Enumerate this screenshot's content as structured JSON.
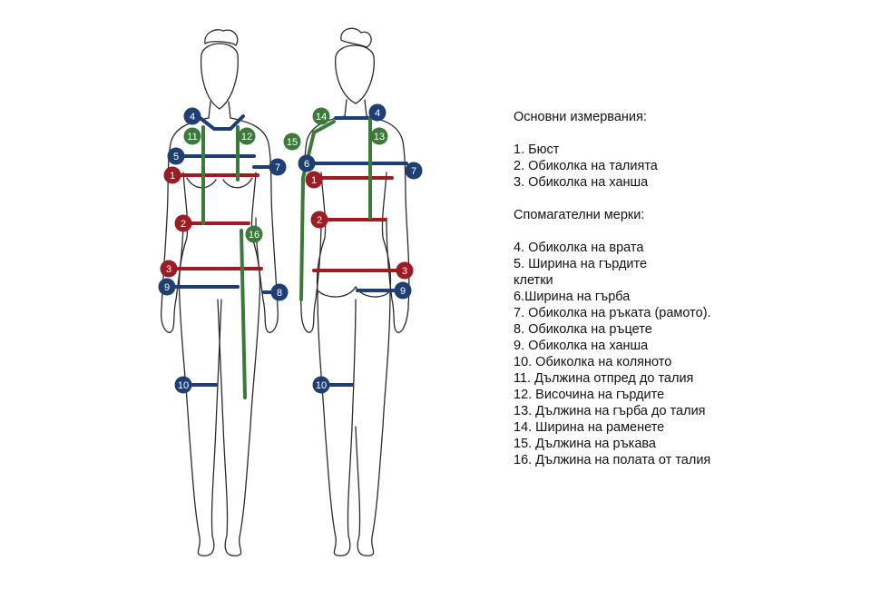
{
  "legend": {
    "main_heading": "Основни измервания:",
    "main_items": [
      "1. Бюст",
      "2. Обиколка на талията",
      "3. Обиколка на ханша"
    ],
    "aux_heading": "Спомагателни мерки:",
    "aux_items": [
      "4. Обиколка на врата",
      "5. Ширина на гърдите",
      "клетки",
      "6.Ширина на гърба",
      "7. Обиколка на ръката (рамото).",
      "8. Обиколка на ръцете",
      "9. Обиколка на ханша",
      "10. Обиколка на коляното",
      "11. Дължина отпред до талия",
      "12. Височина на гърдите",
      "13. Дължина на гърба до талия",
      "14. Ширина на раменете",
      "15. Дължина на ръкава",
      "16. Дължина на полата от талия"
    ]
  },
  "badges": {
    "front": [
      "4",
      "11",
      "12",
      "5",
      "7",
      "1",
      "2",
      "16",
      "3",
      "9",
      "8",
      "10"
    ],
    "back": [
      "14",
      "4",
      "15",
      "13",
      "6",
      "7",
      "1",
      "2",
      "3",
      "9",
      "10"
    ]
  },
  "colors": {
    "main_red": "#9b1c22",
    "aux_blue": "#1f3f73",
    "length_green": "#3b7a3a",
    "outline": "#2a2a2a"
  }
}
